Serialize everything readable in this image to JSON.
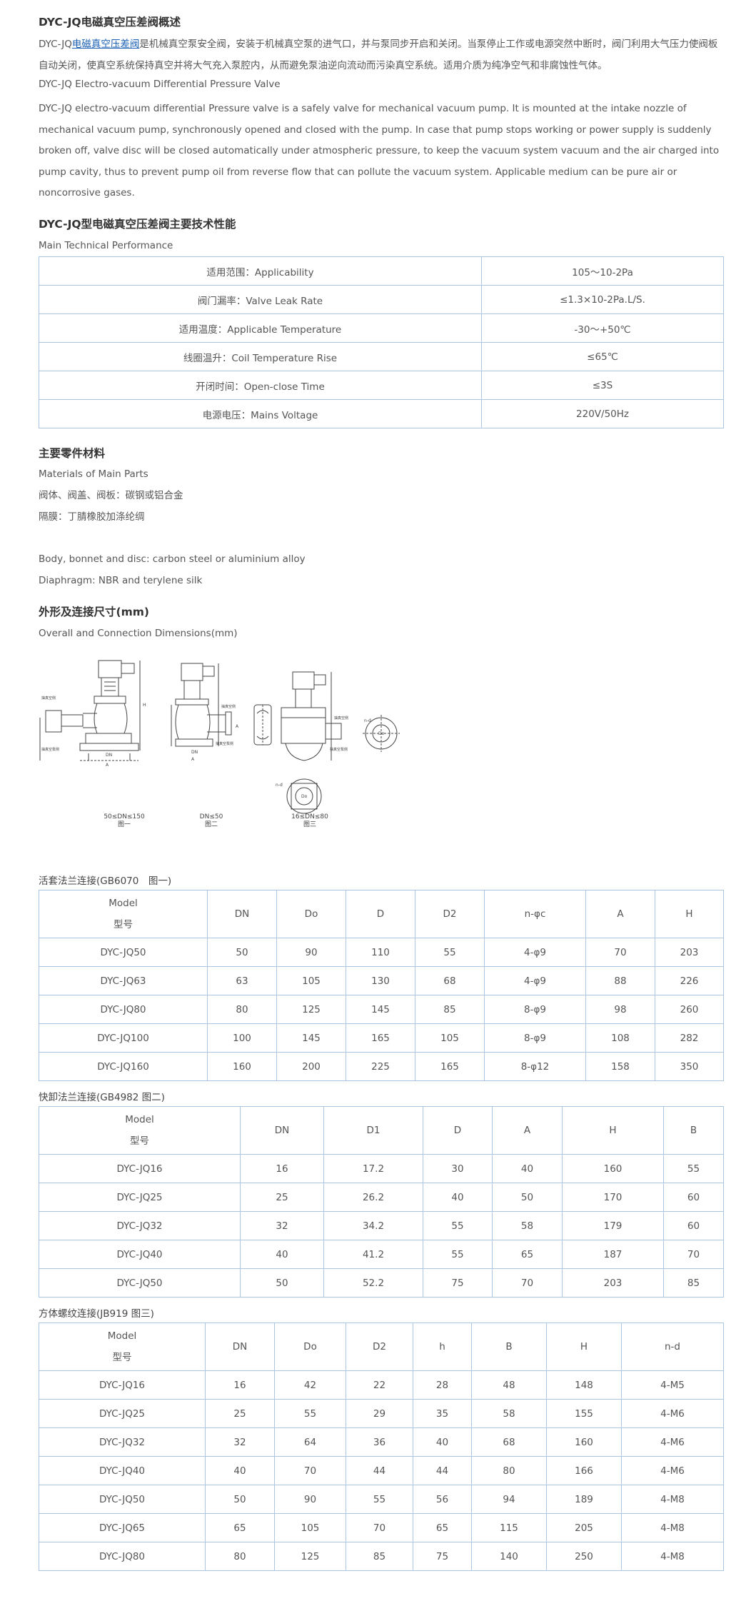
{
  "overview": {
    "title_cn": "DYC-JQ电磁真空压差阀概述",
    "para_cn_prefix": "DYC-JQ",
    "para_cn_link": "电磁真空压差阀",
    "para_cn_rest": "是机械真空泵安全阀，安装于机械真空泵的进气口，并与泵同步开启和关闭。当泵停止工作或电源突然中断时，阀门利用大气压力使阀板自动关闭，使真空系统保持真空并将大气充入泵腔内，从而避免泵油逆向流动而污染真空系统。适用介质为纯净空气和非腐蚀性气体。",
    "title_en": "DYC-JQ Electro-vacuum Differential Pressure Valve",
    "para_en": "DYC-JQ electro-vacuum differential Pressure valve is a safely valve for mechanical vacuum pump. It is mounted at the intake nozzle of mechanical vacuum pump, synchronously opened and closed with the pump. In case that pump stops working or power supply is suddenly broken off, valve disc will be closed automatically under atmospheric pressure, to keep the vacuum system vacuum and the air charged into pump cavity, thus to prevent pump oil from reverse flow that can pollute the vacuum system. Applicable medium can be pure air or noncorrosive gases."
  },
  "performance": {
    "title_cn": "DYC-JQ型电磁真空压差阀主要技术性能",
    "title_en": "Main Technical Performance",
    "rows": [
      [
        "适用范围：Applicability",
        "105～10-2Pa"
      ],
      [
        "阀门漏率：Valve Leak Rate",
        "≤1.3×10-2Pa.L/S."
      ],
      [
        "适用温度：Applicable Temperature",
        "-30～+50℃"
      ],
      [
        "线圈温升：Coil Temperature Rise",
        "≤65℃"
      ],
      [
        "开闭时间：Open-close Time",
        "≤3S"
      ],
      [
        "电源电压：Mains Voltage",
        "220V/50Hz"
      ]
    ]
  },
  "materials": {
    "title_cn": "主要零件材料",
    "title_en": "Materials of Main Parts",
    "line1_cn": "阀体、阀盖、阀板：碳钢或铝合金",
    "line2_cn": "隔膜：丁腈橡胶加涤纶绸",
    "line1_en": "Body, bonnet and disc: carbon steel or aluminium alloy",
    "line2_en": "Diaphragm: NBR and terylene silk"
  },
  "dimensions": {
    "title_cn": "外形及连接尺寸(mm)",
    "title_en": "Overall and Connection Dimensions(mm)",
    "drawing_captions": [
      {
        "range": "50≤DN≤150",
        "fig": "图一"
      },
      {
        "range": "DN≤50",
        "fig": "图二"
      },
      {
        "range": "16≤DN≤80",
        "fig": "图三"
      }
    ]
  },
  "table1": {
    "caption": "活套法兰连接(GB6070　图一)",
    "header_model_en": "Model",
    "header_model_cn": "型号",
    "headers": [
      "DN",
      "Do",
      "D",
      "D2",
      "n-φc",
      "A",
      "H"
    ],
    "rows": [
      [
        "DYC-JQ50",
        "50",
        "90",
        "110",
        "55",
        "4-φ9",
        "70",
        "203"
      ],
      [
        "DYC-JQ63",
        "63",
        "105",
        "130",
        "68",
        "4-φ9",
        "88",
        "226"
      ],
      [
        "DYC-JQ80",
        "80",
        "125",
        "145",
        "85",
        "8-φ9",
        "98",
        "260"
      ],
      [
        "DYC-JQ100",
        "100",
        "145",
        "165",
        "105",
        "8-φ9",
        "108",
        "282"
      ],
      [
        "DYC-JQ160",
        "160",
        "200",
        "225",
        "165",
        "8-φ12",
        "158",
        "350"
      ]
    ]
  },
  "table2": {
    "caption": "快卸法兰连接(GB4982 图二)",
    "header_model_en": "Model",
    "header_model_cn": "型号",
    "headers": [
      "DN",
      "D1",
      "D",
      "A",
      "H",
      "B"
    ],
    "rows": [
      [
        "DYC-JQ16",
        "16",
        "17.2",
        "30",
        "40",
        "160",
        "55"
      ],
      [
        "DYC-JQ25",
        "25",
        "26.2",
        "40",
        "50",
        "170",
        "60"
      ],
      [
        "DYC-JQ32",
        "32",
        "34.2",
        "55",
        "58",
        "179",
        "60"
      ],
      [
        "DYC-JQ40",
        "40",
        "41.2",
        "55",
        "65",
        "187",
        "70"
      ],
      [
        "DYC-JQ50",
        "50",
        "52.2",
        "75",
        "70",
        "203",
        "85"
      ]
    ]
  },
  "table3": {
    "caption": "方体螺纹连接(JB919 图三)",
    "header_model_en": "Model",
    "header_model_cn": "型号",
    "headers": [
      "DN",
      "Do",
      "D2",
      "h",
      "B",
      "H",
      "n-d"
    ],
    "rows": [
      [
        "DYC-JQ16",
        "16",
        "42",
        "22",
        "28",
        "48",
        "148",
        "4-M5"
      ],
      [
        "DYC-JQ25",
        "25",
        "55",
        "29",
        "35",
        "58",
        "155",
        "4-M6"
      ],
      [
        "DYC-JQ32",
        "32",
        "64",
        "36",
        "40",
        "68",
        "160",
        "4-M6"
      ],
      [
        "DYC-JQ40",
        "40",
        "70",
        "44",
        "44",
        "80",
        "166",
        "4-M6"
      ],
      [
        "DYC-JQ50",
        "50",
        "90",
        "55",
        "56",
        "94",
        "189",
        "4-M8"
      ],
      [
        "DYC-JQ65",
        "65",
        "105",
        "70",
        "65",
        "115",
        "205",
        "4-M8"
      ],
      [
        "DYC-JQ80",
        "80",
        "125",
        "85",
        "75",
        "140",
        "250",
        "4-M8"
      ]
    ]
  }
}
